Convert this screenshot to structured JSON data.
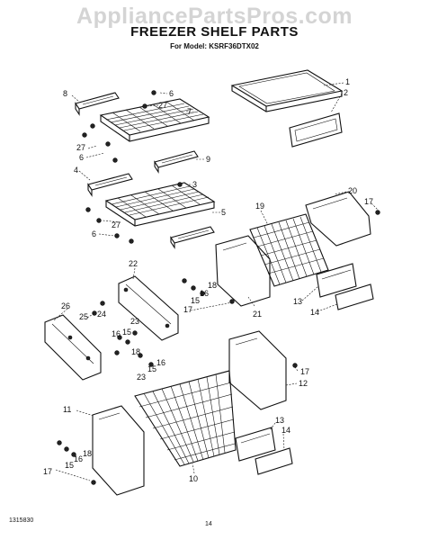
{
  "header": {
    "watermark": "AppliancePartsPros.com",
    "title": "FREEZER SHELF PARTS",
    "subtitle": "For Model: KSRF36DTX02"
  },
  "footer": {
    "left_code": "1315830",
    "page_number": "14"
  },
  "callouts": {
    "c1": "1",
    "c2": "2",
    "c3": "3",
    "c4": "4",
    "c5": "5",
    "c6a": "6",
    "c6b": "6",
    "c6c": "6",
    "c7": "7",
    "c8": "8",
    "c9": "9",
    "c10": "10",
    "c11": "11",
    "c12": "12",
    "c13a": "13",
    "c13b": "13",
    "c14a": "14",
    "c14b": "14",
    "c15a": "15",
    "c15b": "15",
    "c15c": "15",
    "c15d": "15",
    "c16a": "16",
    "c16b": "16",
    "c16c": "16",
    "c16d": "16",
    "c17a": "17",
    "c17b": "17",
    "c17c": "17",
    "c17d": "17",
    "c18a": "18",
    "c18b": "18",
    "c18c": "18",
    "c19": "19",
    "c20": "20",
    "c21": "21",
    "c22": "22",
    "c23a": "23",
    "c23b": "23",
    "c24": "24",
    "c25": "25",
    "c26": "26",
    "c27a": "27",
    "c27b": "27",
    "c27c": "27"
  }
}
